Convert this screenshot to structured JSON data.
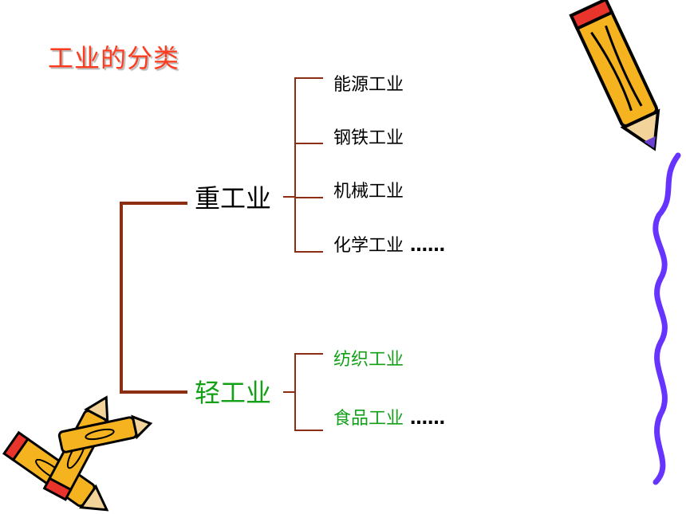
{
  "title": "工业的分类",
  "tree": {
    "heavy": {
      "label": "重工业",
      "children": [
        "能源工业",
        "钢铁工业",
        "机械工业",
        "化学工业"
      ],
      "ellipsis": "……"
    },
    "light": {
      "label": "轻工业",
      "children": [
        "纺织工业",
        "食品工业"
      ],
      "ellipsis": "……"
    }
  },
  "colors": {
    "title": "#ff3b1f",
    "heavy_text": "#000000",
    "light_text": "#13a017",
    "bracket": "#8b2e12",
    "squiggle": "#6633ff",
    "pencil_body": "#f6b320"
  },
  "icons": [
    "pencil-clipart-icon",
    "crossed-pencils-clipart-icon",
    "squiggle-line-decoration"
  ]
}
